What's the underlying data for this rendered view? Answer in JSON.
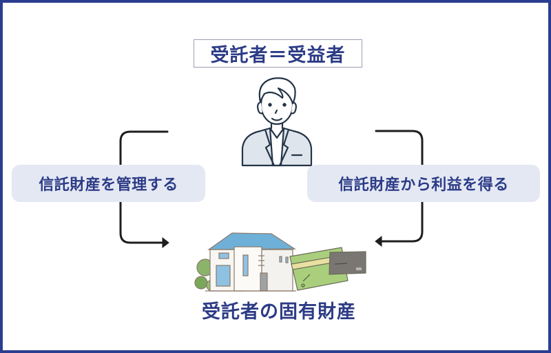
{
  "diagram": {
    "title": "受託者＝受益者",
    "left_action": "信託財産を管理する",
    "right_action": "信託財産から利益を得る",
    "bottom_label": "受託者の固有財産",
    "illustrations": {
      "top": "person-in-suit",
      "bottom": "house-and-cards"
    },
    "colors": {
      "frame": "#2b3d8f",
      "text": "#2c3b86",
      "pill_bg": "#e4e8f3",
      "arrow": "#1e1e1e",
      "roof": "#6fb0d8",
      "card_green": "#a9cf7c",
      "card_gray": "#7a7773"
    }
  }
}
